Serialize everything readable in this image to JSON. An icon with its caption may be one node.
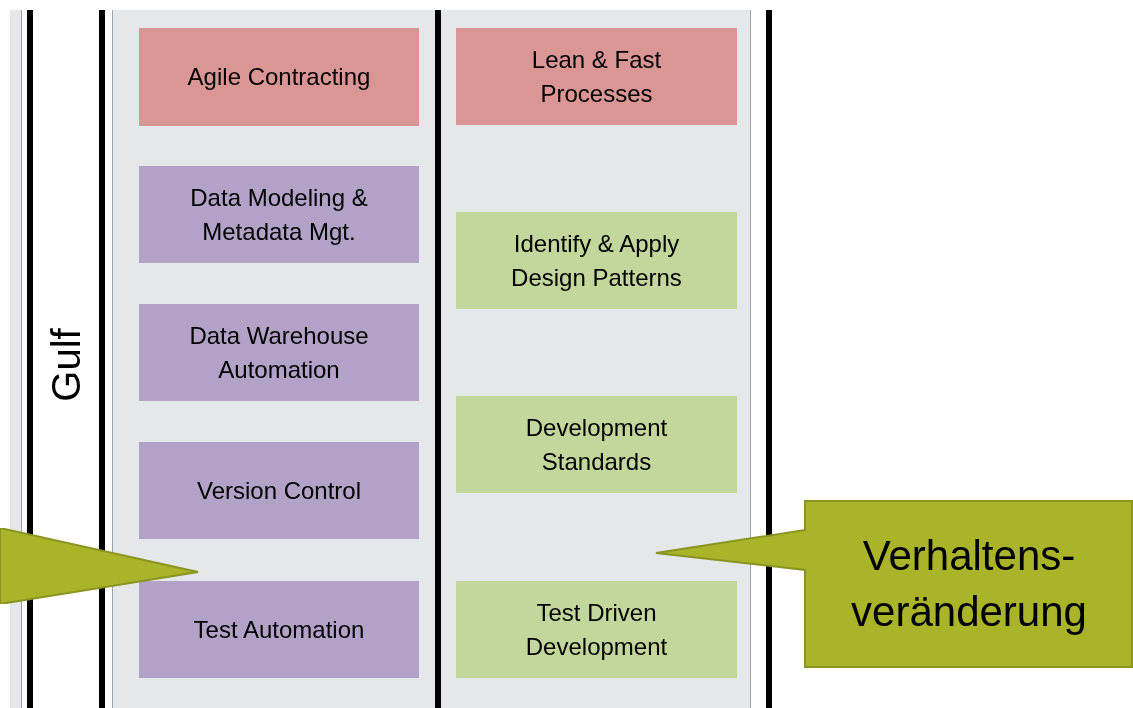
{
  "diagram": {
    "nodes": [
      {
        "text": [
          "Agile Contracting"
        ]
      },
      {
        "text": [
          "Data Modeling & Metadata Mgt."
        ]
      },
      {
        "text": [
          "Data Warehouse Automation"
        ]
      },
      {
        "text": [
          "Version Control"
        ]
      },
      {
        "text": [
          "Test Automation"
        ]
      },
      {
        "text": [
          "Lean & Fast Processes"
        ]
      },
      {
        "text": [
          "Identify & Apply Design Patterns"
        ]
      },
      {
        "text": [
          "Development Standards"
        ]
      },
      {
        "text": [
          "Test Driven Development"
        ]
      },
      {
        "text": [],
        "shape": "callout"
      },
      {
        "text": [
          "Verhaltens- veränderung"
        ]
      }
    ],
    "edges": [],
    "labels": [
      "Gulf"
    ]
  }
}
